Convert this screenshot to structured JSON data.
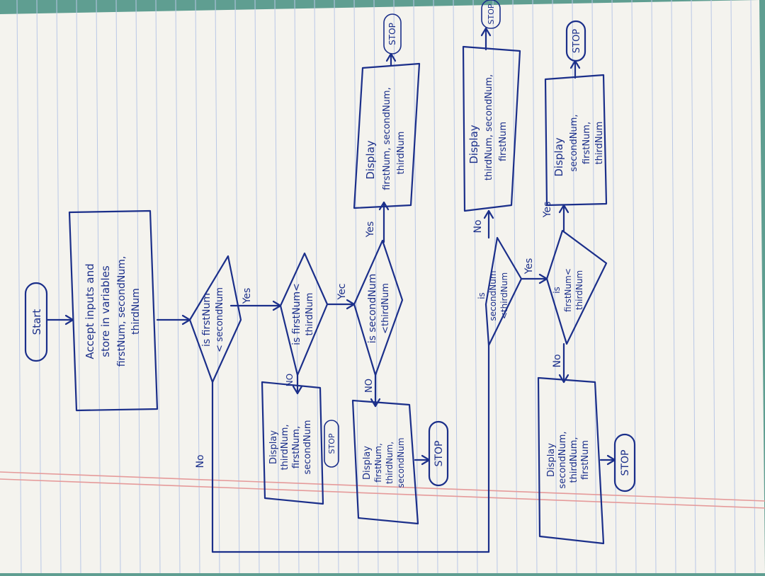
{
  "start": "Start",
  "input": [
    "Accept inputs and",
    "store in variables",
    "firstNum, secondNum,",
    "thirdNum"
  ],
  "d1": [
    "is firstNum",
    "< secondNum"
  ],
  "d2": [
    "is firstNum<",
    "thirdNum"
  ],
  "d3": [
    "is secondNum",
    "<thirdNum"
  ],
  "d4": [
    "is",
    "secondNum",
    "<thirdNum"
  ],
  "d5": [
    "is",
    "firstNum<",
    "thirdNum"
  ],
  "o1": [
    "Display",
    "firstNum, secondNum,",
    "thirdNum"
  ],
  "o2": [
    "Display",
    "thirdNum,",
    "firstNum,",
    "secondNum"
  ],
  "o3": [
    "Display",
    "firstNum,",
    "thirdNum,",
    "secondNum"
  ],
  "o4": [
    "Display",
    "thirdNum, secondNum,",
    "firstNum"
  ],
  "o5": [
    "Display",
    "secondNum,",
    "firstNum,",
    "thirdNum"
  ],
  "o6": [
    "Display",
    "secondNum,",
    "thirdNum,",
    "firstNum"
  ],
  "stop": "STOP",
  "stop_small": "STOP",
  "yes": "Yes",
  "yec": "Yec",
  "no": "No",
  "no_caps": "NO",
  "colors": {
    "ink": "#1b2f8a",
    "paper": "#f4f3ee",
    "rule": "#b9c7e6",
    "margin": "#e59a9a"
  }
}
